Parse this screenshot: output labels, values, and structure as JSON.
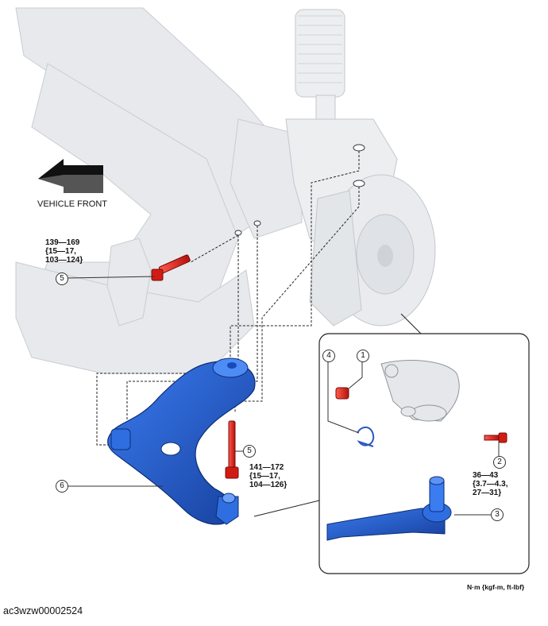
{
  "direction_label": "VEHICLE FRONT",
  "units": "N·m {kgf-m, ft-lbf}",
  "figure_id": "ac3wzw00002524",
  "callouts": {
    "c1": "1",
    "c2": "2",
    "c3": "3",
    "c4": "4",
    "c5a": "5",
    "c5b": "5",
    "c6": "6"
  },
  "torque_specs": {
    "bolt_rear": "139—169\n{15—17,\n103—124}",
    "bolt_front": "141—172\n{15—17,\n104—126}",
    "nut_balljoint": "36—43\n{3.7—4.3,\n27—31}"
  },
  "colors": {
    "part_blue": "#1f5ccf",
    "part_red": "#e0241d",
    "ghost_gray": "#e6e8eb"
  }
}
